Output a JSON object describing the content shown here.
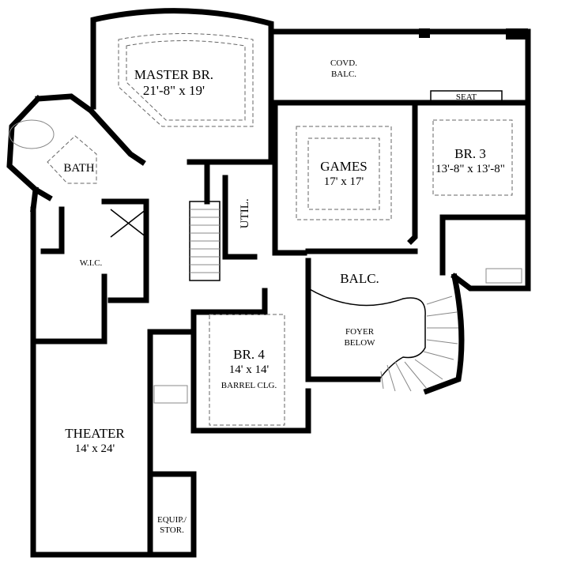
{
  "rooms": {
    "master": {
      "name": "MASTER BR.",
      "size": "21'-8\" x 19'"
    },
    "covd_balc": {
      "line1": "COVD.",
      "line2": "BALC."
    },
    "seat": "SEAT",
    "br3": {
      "name": "BR. 3",
      "size": "13'-8\" x 13'-8\""
    },
    "games": {
      "name": "GAMES",
      "size": "17' x 17'"
    },
    "bath": "BATH",
    "util": "UTIL.",
    "wic": "W.I.C.",
    "balc": "BALC.",
    "foyer": {
      "line1": "FOYER",
      "line2": "BELOW"
    },
    "br4": {
      "name": "BR. 4",
      "size": "14' x 14'",
      "note": "BARREL CLG."
    },
    "theater": {
      "name": "THEATER",
      "size": "14' x 24'"
    },
    "equip": {
      "line1": "EQUIP./",
      "line2": "STOR."
    }
  }
}
